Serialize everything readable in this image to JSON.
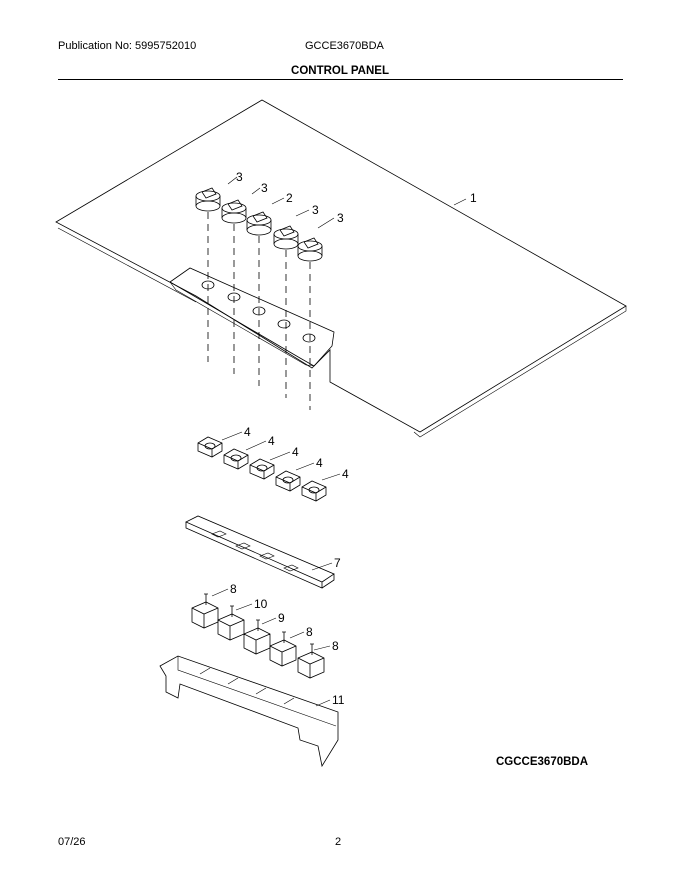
{
  "header": {
    "publication": "Publication No: 5995752010",
    "model": "GCCE3670BDA",
    "title": "CONTROL PANEL"
  },
  "diagram": {
    "code": "CGCCE3670BDA",
    "callouts": {
      "panel": "1",
      "knob_center": "2",
      "knob_left_1": "3",
      "knob_left_2": "3",
      "knob_right_1": "3",
      "knob_right_2": "3",
      "switch_1": "4",
      "switch_2": "4",
      "switch_3": "4",
      "switch_4": "4",
      "switch_5": "4",
      "bracket": "7",
      "control_a": "8",
      "control_b": "10",
      "control_c": "9",
      "control_d": "8",
      "control_e": "8",
      "housing": "11"
    }
  },
  "footer": {
    "date": "07/26",
    "page": "2"
  }
}
